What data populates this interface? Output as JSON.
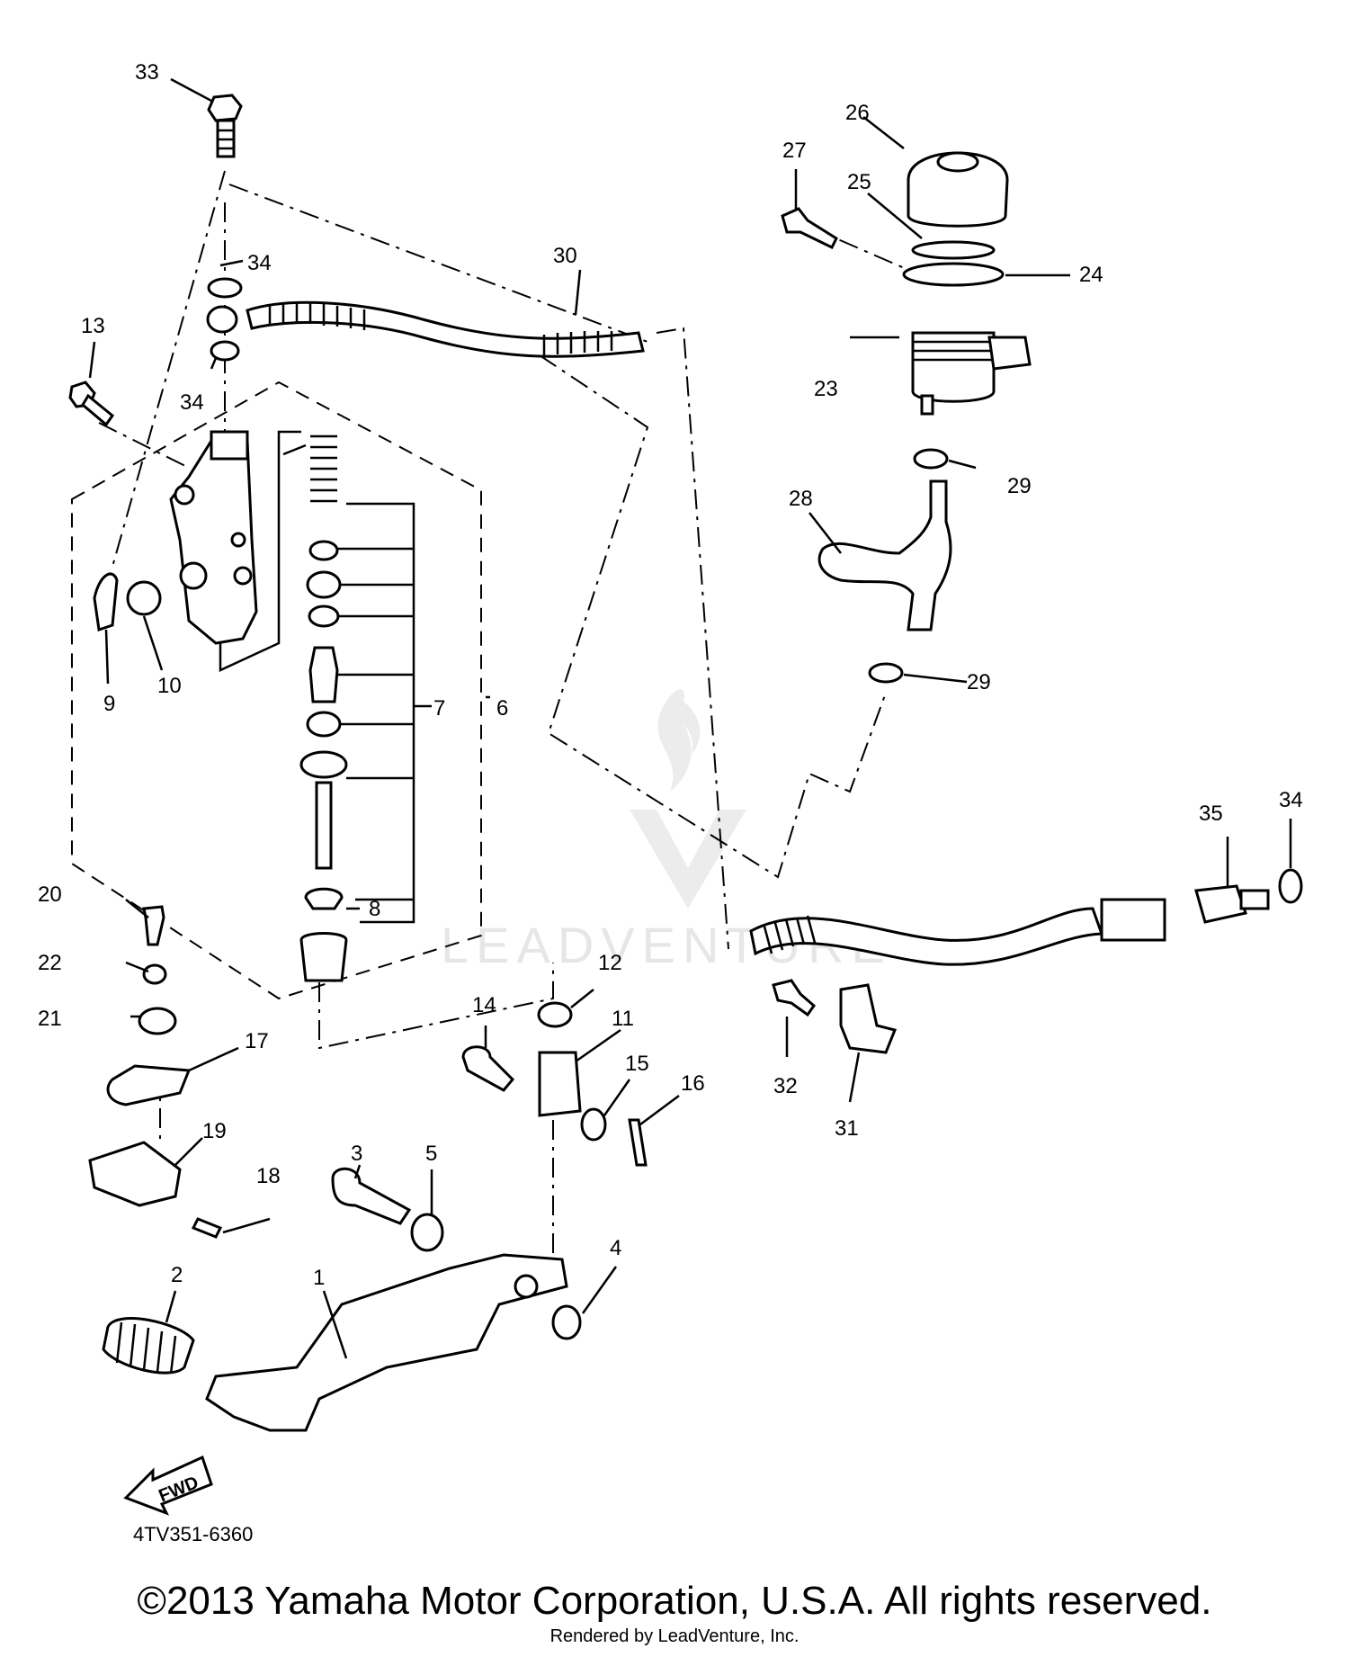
{
  "diagram_code": "4TV351-6360",
  "copyright": "©2013 Yamaha Motor Corporation, U.S.A. All rights reserved.",
  "rendered_by": "Rendered by LeadVenture, Inc.",
  "watermark": "LEADVENTURE",
  "fwd_label": "FWD",
  "callouts": [
    "1",
    "2",
    "3",
    "4",
    "5",
    "6",
    "7",
    "8",
    "9",
    "10",
    "11",
    "12",
    "13",
    "14",
    "15",
    "16",
    "17",
    "18",
    "19",
    "20",
    "21",
    "22",
    "23",
    "24",
    "25",
    "26",
    "27",
    "28",
    "29",
    "30",
    "31",
    "32",
    "33",
    "34",
    "35"
  ],
  "callouts_repeat": {
    "29": "29",
    "34": "34"
  }
}
